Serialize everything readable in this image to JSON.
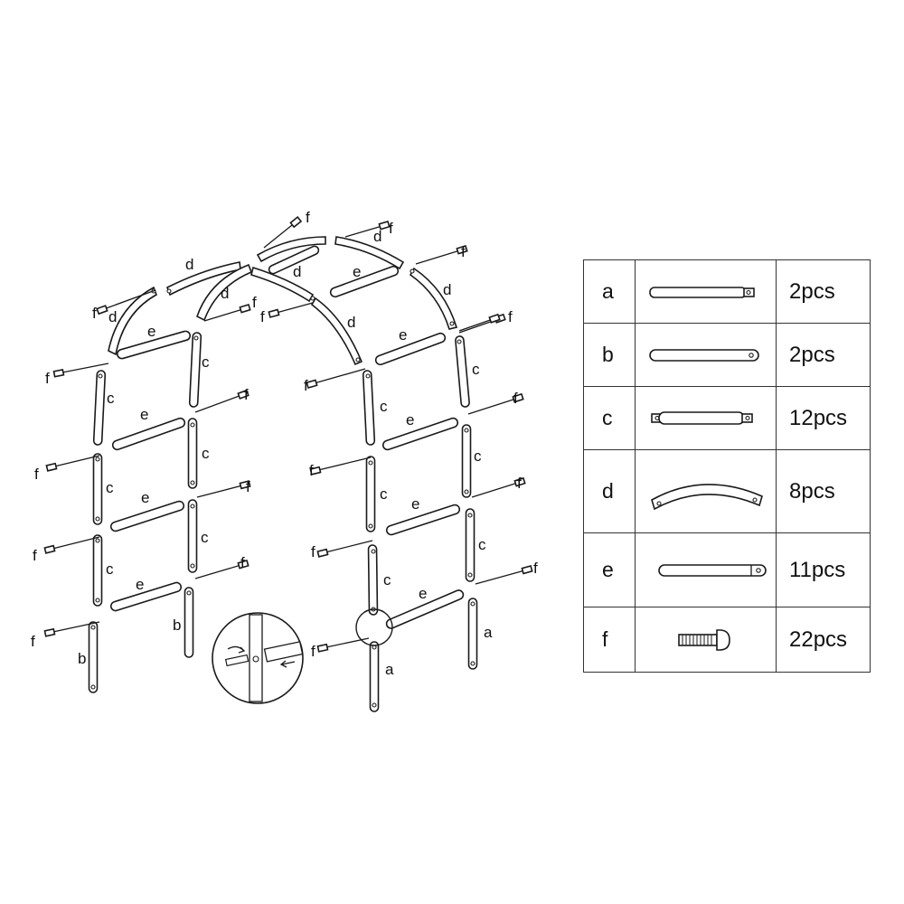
{
  "diagram": {
    "part_labels": {
      "a": "a",
      "b": "b",
      "c": "c",
      "d": "d",
      "e": "e",
      "f": "f"
    }
  },
  "parts_table": {
    "rows": [
      {
        "letter": "a",
        "quantity": "2pcs",
        "icon": "straight-tube-with-tab"
      },
      {
        "letter": "b",
        "quantity": "2pcs",
        "icon": "straight-tube-rounded"
      },
      {
        "letter": "c",
        "quantity": "12pcs",
        "icon": "straight-tube-two-tabs"
      },
      {
        "letter": "d",
        "quantity": "8pcs",
        "icon": "curved-arch-tube"
      },
      {
        "letter": "e",
        "quantity": "11pcs",
        "icon": "cross-tube"
      },
      {
        "letter": "f",
        "quantity": "22pcs",
        "icon": "bolt-screw"
      }
    ]
  }
}
